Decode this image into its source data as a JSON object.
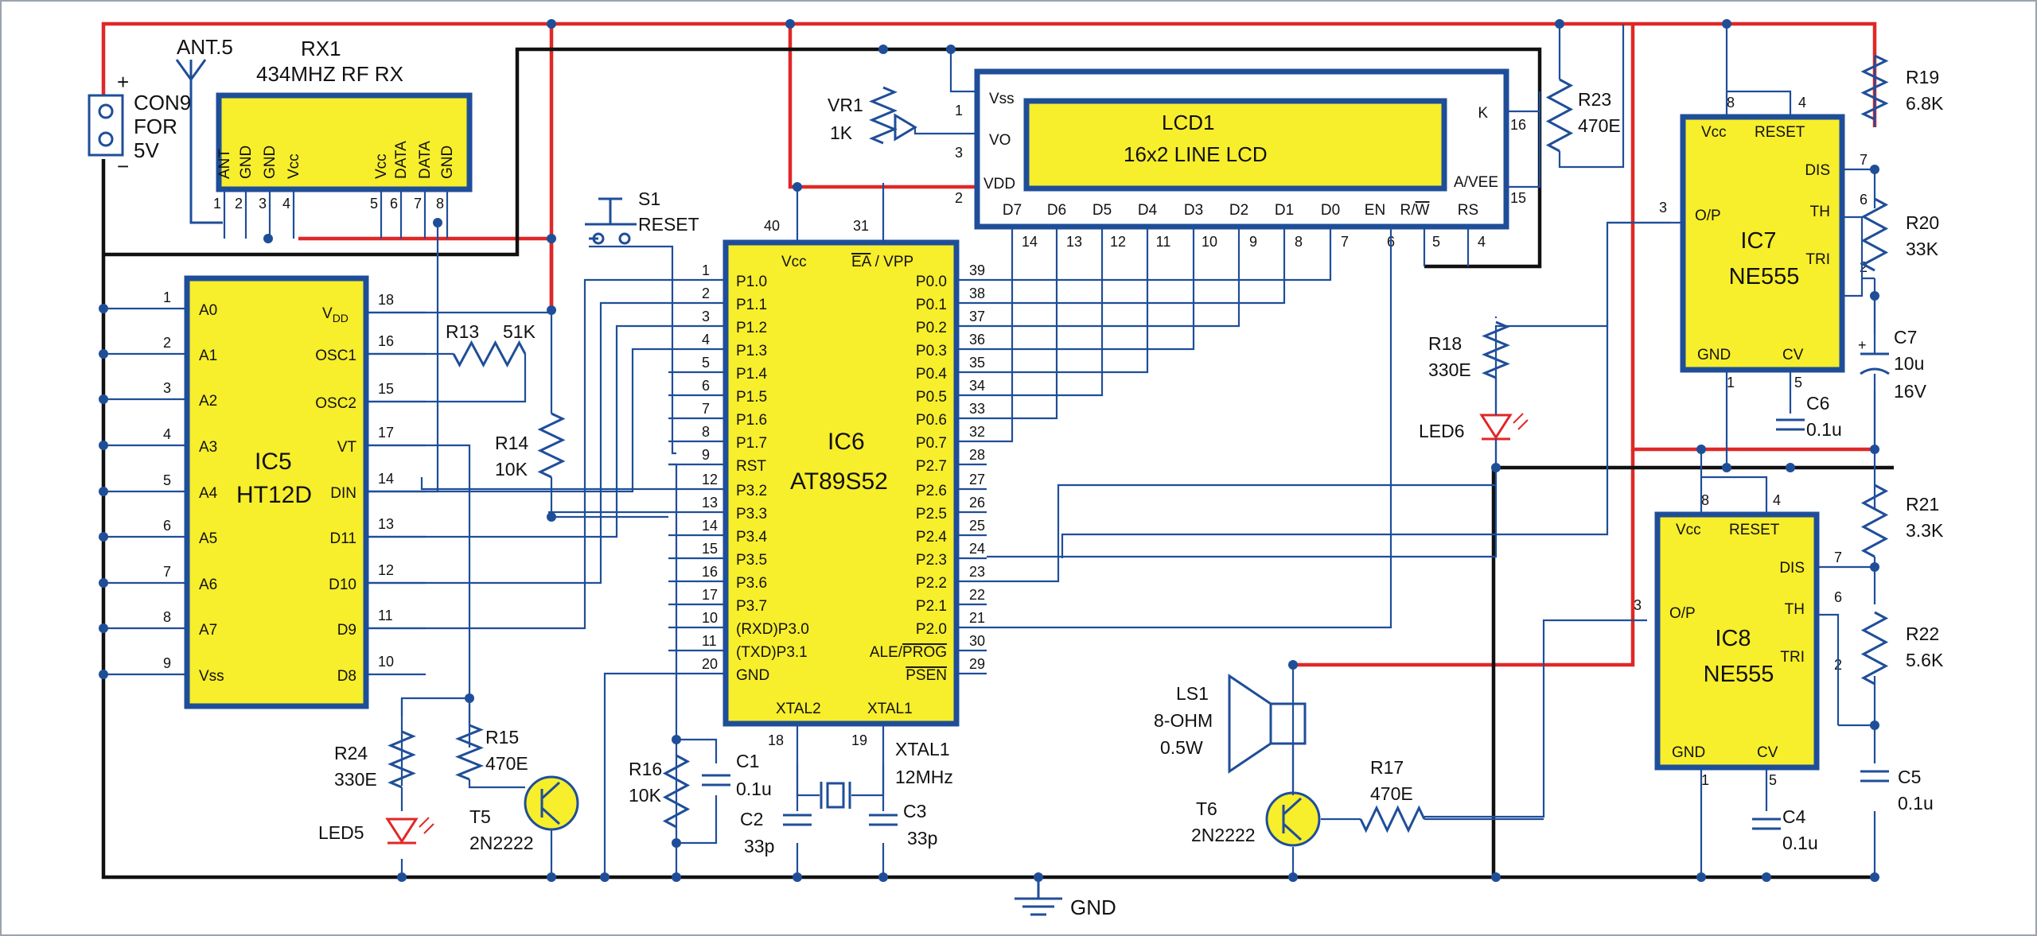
{
  "power": {
    "label_con": "CON9",
    "label_for": "FOR",
    "label_v": "5V",
    "plus": "+",
    "minus": "−"
  },
  "antenna": {
    "label": "ANT.5"
  },
  "rx1": {
    "ref": "RX1",
    "name": "434MHZ RF RX",
    "pins": [
      "ANT",
      "GND",
      "GND",
      "Vcc",
      "Vcc",
      "DATA",
      "DATA",
      "GND"
    ],
    "nums": [
      "1",
      "2",
      "3",
      "4",
      "5",
      "6",
      "7",
      "8"
    ]
  },
  "ic5": {
    "ref": "IC5",
    "name": "HT12D",
    "left": [
      "A0",
      "A1",
      "A2",
      "A3",
      "A4",
      "A5",
      "A6",
      "A7",
      "Vss"
    ],
    "left_nums": [
      "1",
      "2",
      "3",
      "4",
      "5",
      "6",
      "7",
      "8",
      "9"
    ],
    "right": [
      "OSC1",
      "OSC2",
      "VT",
      "DIN",
      "D11",
      "D10",
      "D9",
      "D8"
    ],
    "right_nums": [
      "18",
      "16",
      "15",
      "17",
      "14",
      "13",
      "12",
      "11",
      "10"
    ],
    "vdd": "V",
    "vdd_sub": "DD"
  },
  "ic6": {
    "ref": "IC6",
    "name": "AT89S52",
    "vcc": "Vcc",
    "ea": "EA",
    "vpp": " / VPP",
    "left": [
      "P1.0",
      "P1.1",
      "P1.2",
      "P1.3",
      "P1.4",
      "P1.5",
      "P1.6",
      "P1.7",
      "RST",
      "P3.2",
      "P3.3",
      "P3.4",
      "P3.5",
      "P3.6",
      "P3.7",
      "(RXD)P3.0",
      "(TXD)P3.1",
      "GND"
    ],
    "left_nums": [
      "1",
      "2",
      "3",
      "4",
      "5",
      "6",
      "7",
      "8",
      "9",
      "12",
      "13",
      "14",
      "15",
      "16",
      "17",
      "10",
      "11",
      "20"
    ],
    "right": [
      "P0.0",
      "P0.1",
      "P0.2",
      "P0.3",
      "P0.4",
      "P0.5",
      "P0.6",
      "P0.7",
      "P2.7",
      "P2.6",
      "P2.5",
      "P2.4",
      "P2.3",
      "P2.2",
      "P2.1",
      "P2.0",
      "ALE/",
      "PROG",
      "PSEN"
    ],
    "right_nums": [
      "39",
      "38",
      "37",
      "36",
      "35",
      "34",
      "33",
      "32",
      "28",
      "27",
      "26",
      "25",
      "24",
      "23",
      "22",
      "21",
      "30",
      "29"
    ],
    "top_nums": [
      "40",
      "31"
    ],
    "xtal2": "XTAL2",
    "xtal1": "XTAL1",
    "xnums": [
      "18",
      "19"
    ]
  },
  "lcd": {
    "ref": "LCD1",
    "name": "16x2 LINE LCD",
    "vss": "Vss",
    "vo": "VO",
    "vdd": "VDD",
    "k": "K",
    "avee": "A/VEE",
    "bottom": [
      "D7",
      "D6",
      "D5",
      "D4",
      "D3",
      "D2",
      "D1",
      "D0",
      "EN",
      "R/",
      "W",
      "RS"
    ],
    "bottom_nums": [
      "14",
      "13",
      "12",
      "11",
      "10",
      "9",
      "8",
      "7",
      "6",
      "5",
      "4"
    ],
    "side_nums": [
      "1",
      "3",
      "2",
      "16",
      "15"
    ]
  },
  "ic7": {
    "ref": "IC7",
    "name": "NE555",
    "vcc": "Vcc",
    "reset": "RESET",
    "dis": "DIS",
    "th": "TH",
    "tri": "TRI",
    "op": "O/P",
    "gnd": "GND",
    "cv": "CV",
    "nums": [
      "8",
      "4",
      "7",
      "6",
      "2",
      "3",
      "1",
      "5"
    ]
  },
  "ic8": {
    "ref": "IC8",
    "name": "NE555",
    "vcc": "Vcc",
    "reset": "RESET",
    "dis": "DIS",
    "th": "TH",
    "tri": "TRI",
    "op": "O/P",
    "gnd": "GND",
    "cv": "CV",
    "nums": [
      "8",
      "4",
      "7",
      "6",
      "2",
      "3",
      "1",
      "5"
    ]
  },
  "parts": {
    "vr1": [
      "VR1",
      "1K"
    ],
    "s1": [
      "S1",
      "RESET"
    ],
    "r13": [
      "R13",
      "51K"
    ],
    "r14": [
      "R14",
      "10K"
    ],
    "r15": [
      "R15",
      "470E"
    ],
    "r16": [
      "R16",
      "10K"
    ],
    "r17": [
      "R17",
      "470E"
    ],
    "r18": [
      "R18",
      "330E"
    ],
    "r19": [
      "R19",
      "6.8K"
    ],
    "r20": [
      "R20",
      "33K"
    ],
    "r21": [
      "R21",
      "3.3K"
    ],
    "r22": [
      "R22",
      "5.6K"
    ],
    "r23": [
      "R23",
      "470E"
    ],
    "r24": [
      "R24",
      "330E"
    ],
    "c1": [
      "C1",
      "0.1u"
    ],
    "c2": [
      "C2",
      "33p"
    ],
    "c3": [
      "C3",
      "33p"
    ],
    "c4": [
      "C4",
      "0.1u"
    ],
    "c5": [
      "C5",
      "0.1u"
    ],
    "c6": [
      "C6",
      "0.1u"
    ],
    "c7": [
      "C7",
      "10u",
      "16V"
    ],
    "xtal1": [
      "XTAL1",
      "12MHz"
    ],
    "t5": [
      "T5",
      "2N2222"
    ],
    "t6": [
      "T6",
      "2N2222"
    ],
    "led5": [
      "LED5"
    ],
    "led6": [
      "LED6"
    ],
    "ls1": [
      "LS1",
      "8-OHM",
      "0.5W"
    ],
    "gnd": "GND"
  }
}
